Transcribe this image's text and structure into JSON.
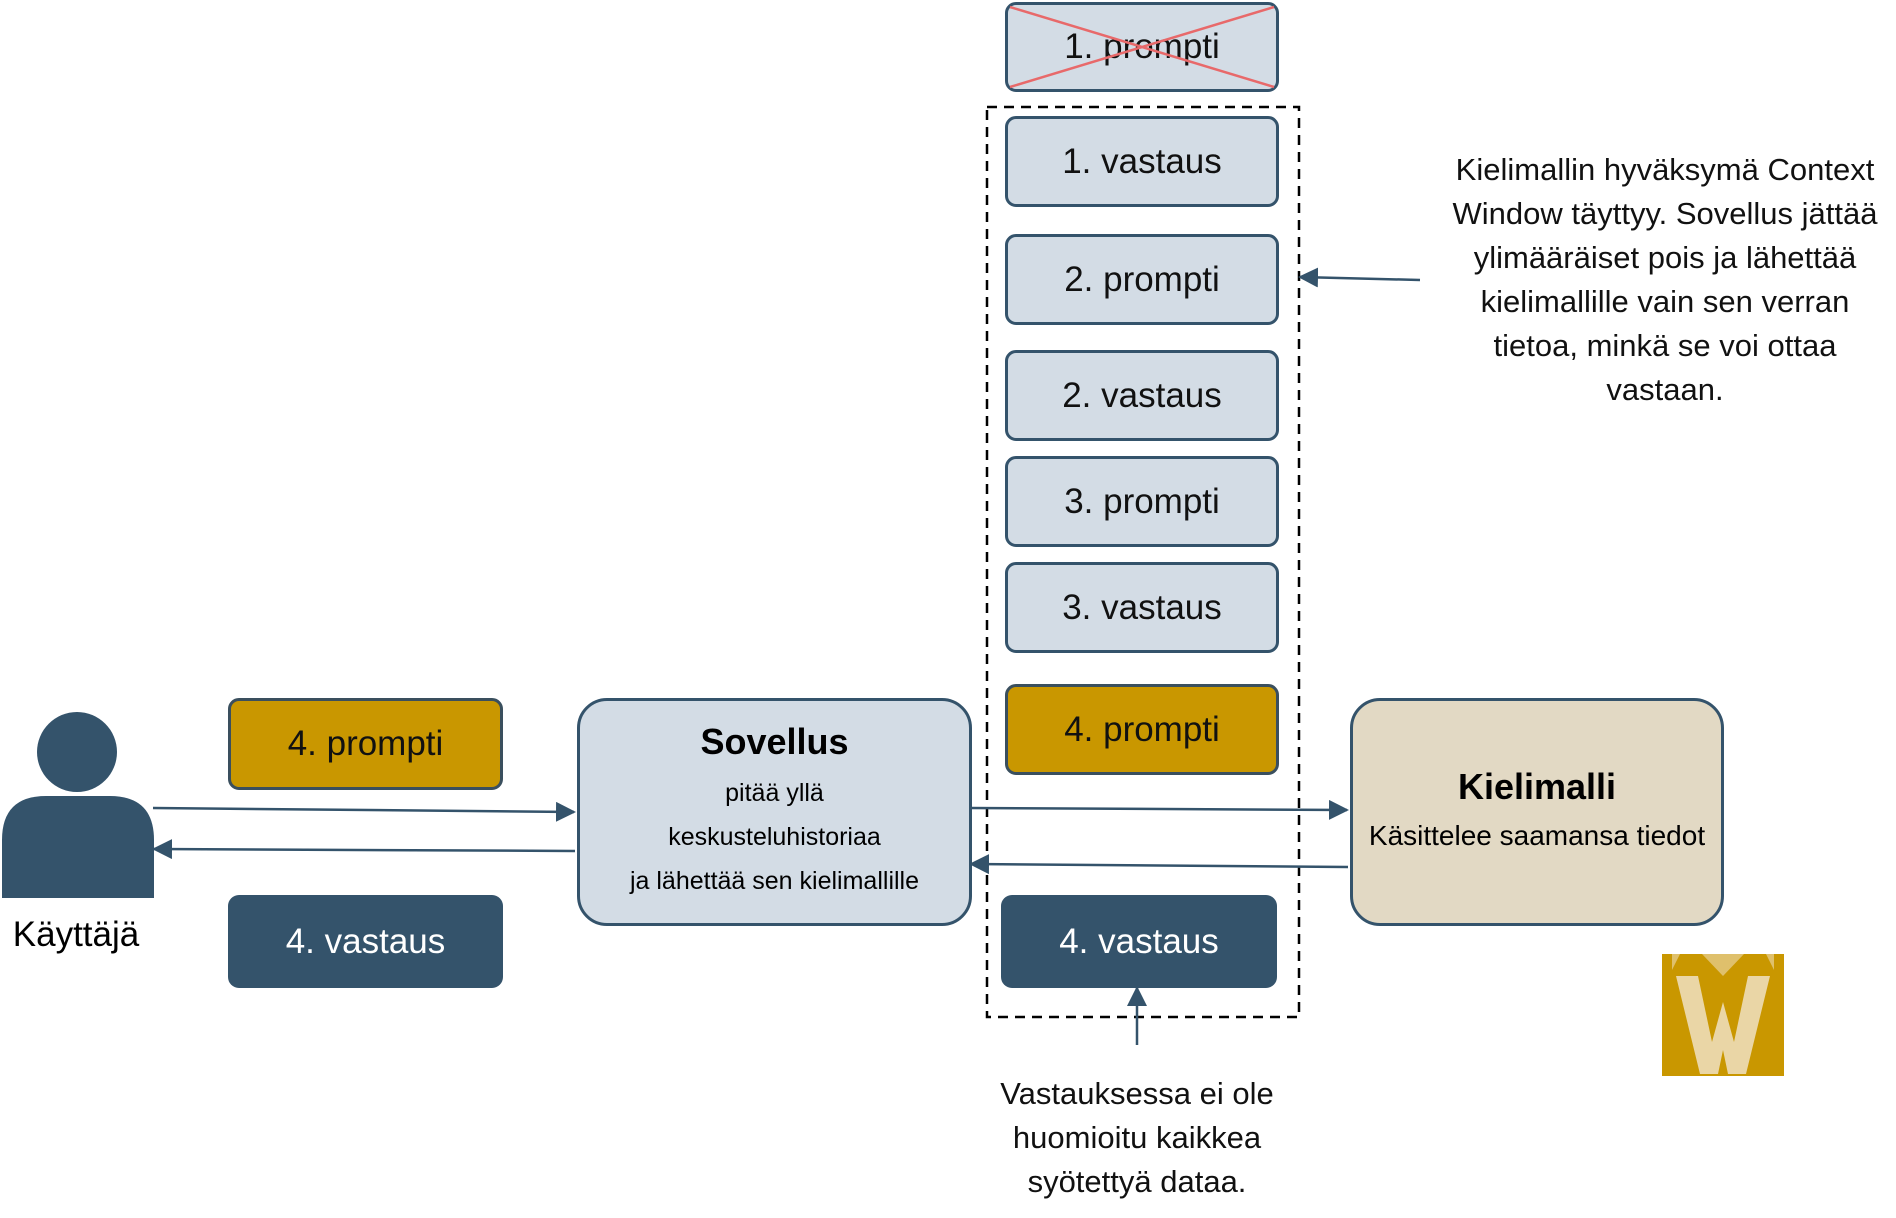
{
  "colors": {
    "gray_box": "#d3dce5",
    "gold_box": "#c99700",
    "navy": "#34536b",
    "model_box": "#e2d9c4",
    "cross": "#e8696a"
  },
  "context_stack": {
    "dropped_item": "1. prompti",
    "items": [
      "1. vastaus",
      "2. prompti",
      "2. vastaus",
      "3. prompti",
      "3. vastaus",
      "4. prompti"
    ],
    "response": "4. vastaus"
  },
  "user": {
    "label": "Käyttäjä",
    "icon": "user-icon"
  },
  "user_prompt": "4. prompti",
  "user_response": "4. vastaus",
  "app": {
    "title": "Sovellus",
    "lines": [
      "pitää yllä",
      "keskusteluhistoriaa",
      "ja lähettää sen kielimallille"
    ]
  },
  "model": {
    "title": "Kielimalli",
    "subtitle": "Käsittelee saamansa tiedot"
  },
  "notes": {
    "context_window": [
      "Kielimallin hyväksymä Context",
      "Window täyttyy. Sovellus jättää",
      "ylimääräiset pois ja lähettää",
      "kielimallille vain sen verran",
      "tietoa, minkä se voi ottaa",
      "vastaan."
    ],
    "response": [
      "Vastauksessa ei ole",
      "huomioitu kaikkea",
      "syötettyä dataa."
    ]
  },
  "logo": {
    "letter": "W"
  }
}
